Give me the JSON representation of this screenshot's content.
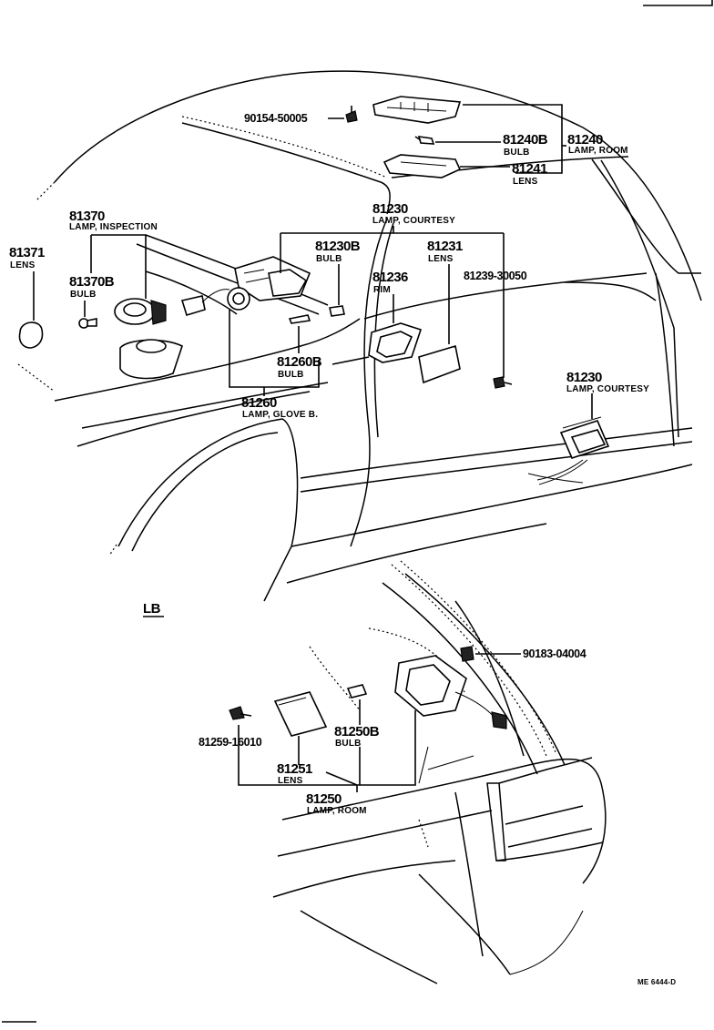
{
  "parts": [
    {
      "key": "p90154",
      "number": "90154-50005",
      "desc": ""
    },
    {
      "key": "p81240B",
      "number": "81240B",
      "desc": "BULB"
    },
    {
      "key": "p81240",
      "number": "81240",
      "desc": "LAMP, ROOM"
    },
    {
      "key": "p81241",
      "number": "81241",
      "desc": "LENS"
    },
    {
      "key": "p81230a",
      "number": "81230",
      "desc": "LAMP, COURTESY"
    },
    {
      "key": "p81230B",
      "number": "81230B",
      "desc": "BULB"
    },
    {
      "key": "p81231",
      "number": "81231",
      "desc": "LENS"
    },
    {
      "key": "p81236",
      "number": "81236",
      "desc": "RIM"
    },
    {
      "key": "p81239",
      "number": "81239-30050",
      "desc": ""
    },
    {
      "key": "p81370",
      "number": "81370",
      "desc": "LAMP, INSPECTION"
    },
    {
      "key": "p81371",
      "number": "81371",
      "desc": "LENS"
    },
    {
      "key": "p81370B",
      "number": "81370B",
      "desc": "BULB"
    },
    {
      "key": "p81260B",
      "number": "81260B",
      "desc": "BULB"
    },
    {
      "key": "p81260",
      "number": "81260",
      "desc": "LAMP, GLOVE B."
    },
    {
      "key": "p81230b",
      "number": "81230",
      "desc": "LAMP, COURTESY"
    },
    {
      "key": "p90183",
      "number": "90183-04004",
      "desc": ""
    },
    {
      "key": "p81259",
      "number": "81259-16010",
      "desc": ""
    },
    {
      "key": "p81250B",
      "number": "81250B",
      "desc": "BULB"
    },
    {
      "key": "p81251",
      "number": "81251",
      "desc": "LENS"
    },
    {
      "key": "p81250",
      "number": "81250",
      "desc": "LAMP, ROOM"
    }
  ],
  "section_label": "LB",
  "drawing_code": "ME 6444-D"
}
